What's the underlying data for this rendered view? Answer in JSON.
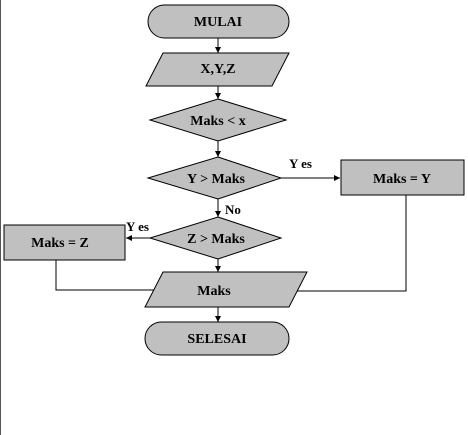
{
  "flowchart": {
    "start": "MULAI",
    "input": "X,Y,Z",
    "decision_max_x": "Maks < x",
    "decision_y": "Y > Maks",
    "process_y": "Maks  = Y",
    "decision_z": "Z > Maks",
    "process_z": "Maks  = Z",
    "output": "Maks",
    "end": "SELESAI",
    "label_yes_y": "Y es",
    "label_no_y": "No",
    "label_yes_z": "Y es"
  }
}
